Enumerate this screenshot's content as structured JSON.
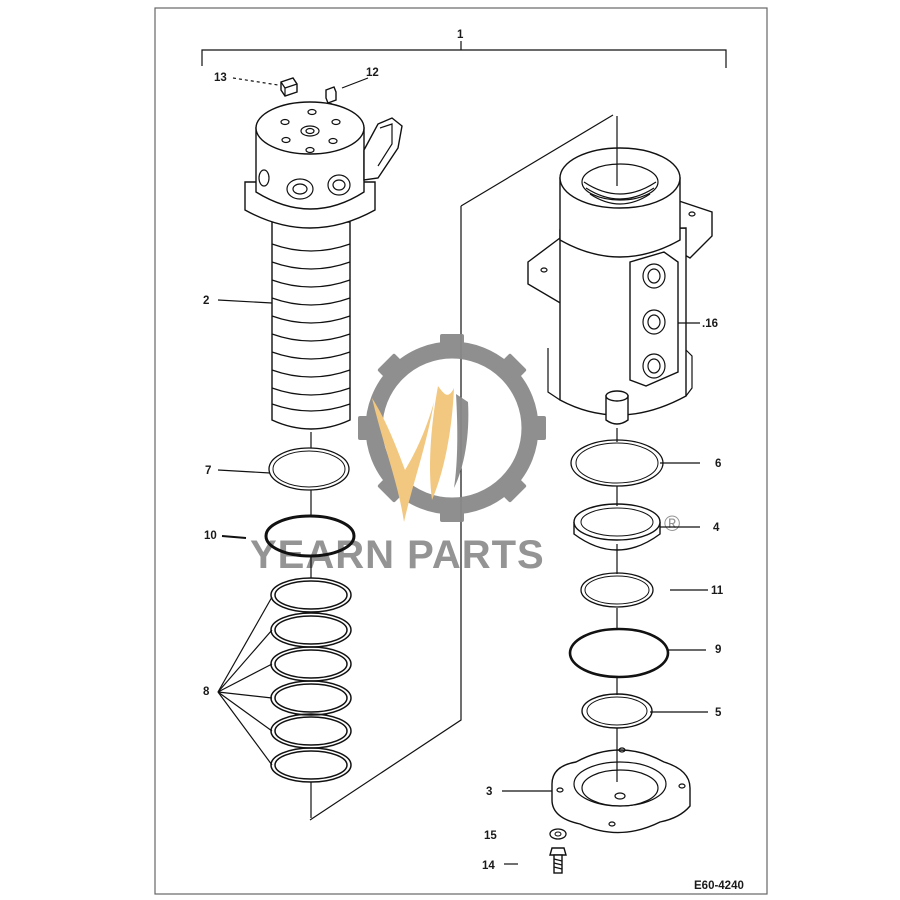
{
  "diagram": {
    "drawing_number": "E60-4240",
    "callouts": {
      "c1": "1",
      "c2": "2",
      "c3": "3",
      "c4": "4",
      "c5": "5",
      "c6": "6",
      "c7": "7",
      "c8": "8",
      "c9": "9",
      "c10": "10",
      "c11": "11",
      "c12": "12",
      "c13": "13",
      "c14": "14",
      "c15": "15",
      "c16": ".16"
    }
  },
  "watermark": {
    "text": "YEARN PARTS",
    "registered": "®",
    "colors": {
      "gear": "#8a8a8a",
      "flame": "#f2c57a",
      "text": "#8f8f8f"
    }
  },
  "colors": {
    "line": "#111111",
    "frame": "#555555",
    "background": "#ffffff"
  }
}
